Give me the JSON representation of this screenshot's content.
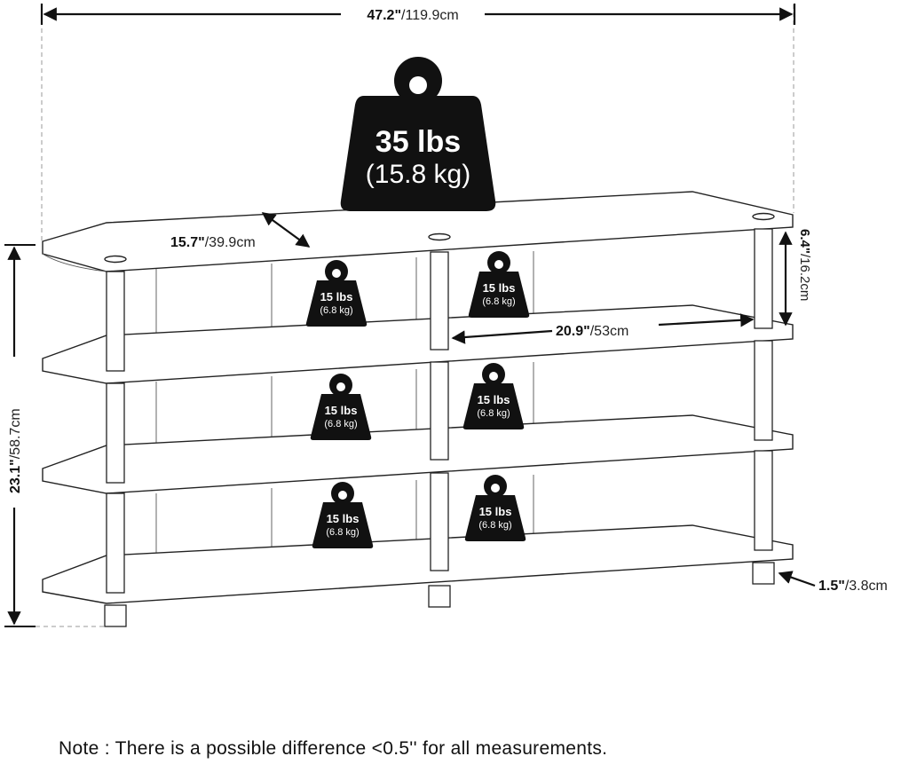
{
  "dimensions": {
    "width": {
      "imperial": "47.2\"",
      "metric": "/119.9cm"
    },
    "depth": {
      "imperial": "15.7\"",
      "metric": "/39.9cm"
    },
    "inner_width": {
      "imperial": "20.9\"",
      "metric": "/53cm"
    },
    "shelf_gap": {
      "imperial": "6.4\"",
      "metric": "/16.2cm"
    },
    "height": {
      "imperial": "23.1\"",
      "metric": "/58.7cm"
    },
    "foot": {
      "imperial": "1.5\"",
      "metric": "/3.8cm"
    }
  },
  "top_weight": {
    "lbs": "35 lbs",
    "kg": "(15.8 kg)"
  },
  "shelf_weights": [
    {
      "lbs": "15 lbs",
      "kg": "(6.8 kg)"
    },
    {
      "lbs": "15 lbs",
      "kg": "(6.8 kg)"
    },
    {
      "lbs": "15 lbs",
      "kg": "(6.8 kg)"
    },
    {
      "lbs": "15 lbs",
      "kg": "(6.8 kg)"
    },
    {
      "lbs": "15 lbs",
      "kg": "(6.8 kg)"
    },
    {
      "lbs": "15 lbs",
      "kg": "(6.8 kg)"
    }
  ],
  "note": "Note : There is a possible difference <0.5'' for all measurements."
}
